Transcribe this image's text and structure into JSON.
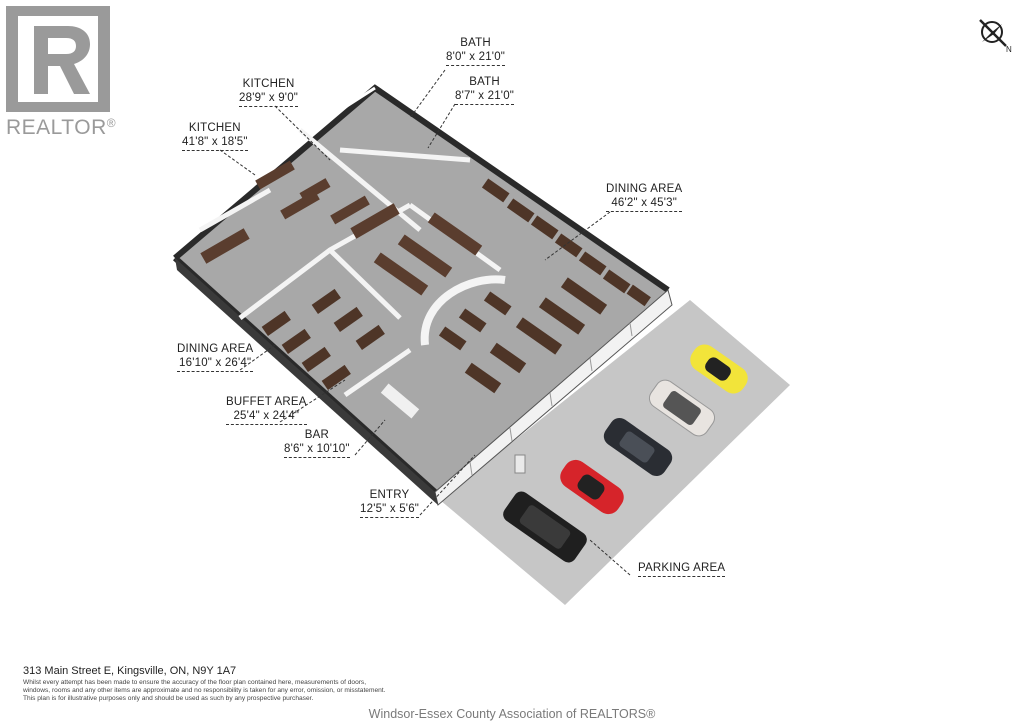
{
  "brand": {
    "logo_text": "REALTOR",
    "logo_mark": "R",
    "registered": "®"
  },
  "compass": {
    "icon": "north-arrow-icon",
    "letter": "N"
  },
  "rooms": [
    {
      "id": "bath-1",
      "name": "BATH",
      "dim": "8'0\" x 21'0\""
    },
    {
      "id": "bath-2",
      "name": "BATH",
      "dim": "8'7\" x 21'0\""
    },
    {
      "id": "kitchen-1",
      "name": "KITCHEN",
      "dim": "28'9\" x 9'0\""
    },
    {
      "id": "kitchen-2",
      "name": "KITCHEN",
      "dim": "41'8\" x 18'5\""
    },
    {
      "id": "dining-1",
      "name": "DINING AREA",
      "dim": "46'2\" x 45'3\""
    },
    {
      "id": "dining-2",
      "name": "DINING AREA",
      "dim": "16'10\" x 26'4\""
    },
    {
      "id": "buffet",
      "name": "BUFFET AREA",
      "dim": "25'4\" x 24'4\""
    },
    {
      "id": "bar",
      "name": "BAR",
      "dim": "8'6\" x 10'10\""
    },
    {
      "id": "entry",
      "name": "ENTRY",
      "dim": "12'5\" x 5'6\""
    },
    {
      "id": "parking",
      "name": "PARKING AREA",
      "dim": ""
    }
  ],
  "address": "313 Main Street E, Kingsville, ON, N9Y 1A7",
  "disclaimer": [
    "Whilst every attempt has been made to ensure the accuracy of the floor plan contained here, measurements of doors,",
    "windows, rooms and any other items are approximate and no responsibility is taken for any error, omission, or misstatement.",
    "This plan is for illustrative purposes only and should be used as such by any prospective purchaser."
  ],
  "footer": "Windsor-Essex County Association of REALTORS®",
  "colors": {
    "floor": "#a9a9a9",
    "wall": "#2b2b2b",
    "furniture": "#5a3d2e",
    "pavement": "#c4c4c4",
    "logo": "#9a9a9a"
  }
}
